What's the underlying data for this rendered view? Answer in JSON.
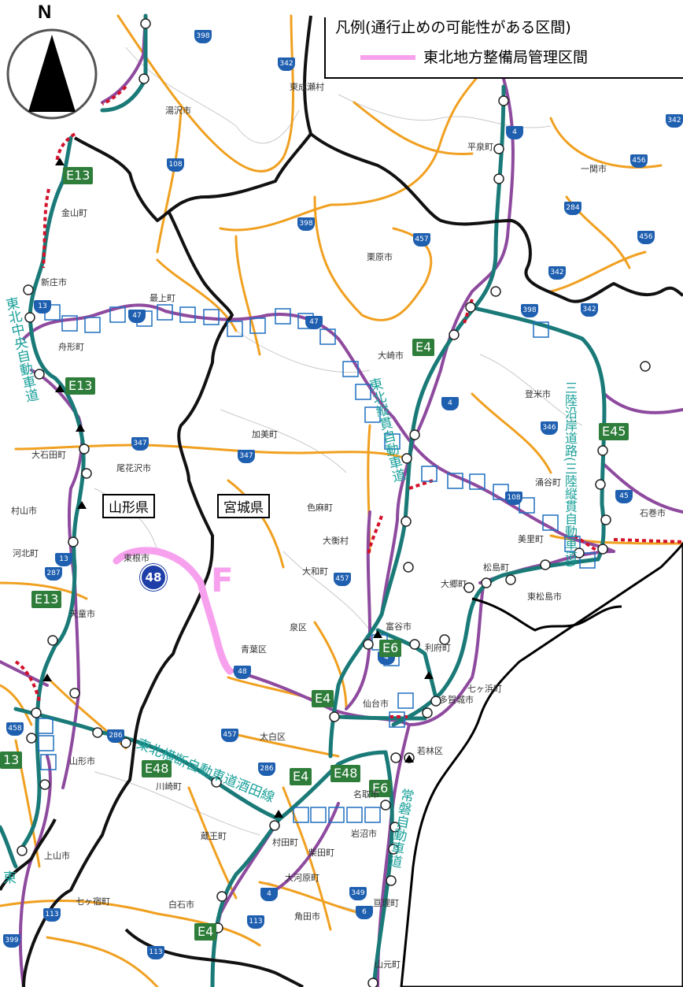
{
  "compass": {
    "label": "N"
  },
  "legend": {
    "title": "凡例(通行止めの可能性がある区間)",
    "item_label": "東北地方整備局管理区間",
    "item_color": "#f7a1ee"
  },
  "prefectures": {
    "yamagata": "山形県",
    "miyagi": "宮城県"
  },
  "section_label": "F",
  "route_marker": "48",
  "places": {
    "yuzawa": "湯沢市",
    "higashinaruse": "東成瀬村",
    "hiraizumi": "平泉町",
    "ichinoseki": "一関市",
    "kaneyama": "金山町",
    "kurihara": "栗原市",
    "shinjo": "新庄市",
    "mogami": "最上町",
    "funagata": "舟形町",
    "osaki": "大崎市",
    "tome": "登米市",
    "kami": "加美町",
    "oishida": "大石田町",
    "obanazawa": "尾花沢市",
    "wakuya": "涌谷町",
    "murayama": "村山市",
    "shikama": "色麻町",
    "ishinomaki": "石巻市",
    "kahoku": "河北町",
    "ohira": "大衡村",
    "misato": "美里町",
    "higashine": "東根市",
    "taiwa": "大和町",
    "osato": "大郷町",
    "matsushima": "松島町",
    "tendo": "天童市",
    "izumi": "泉区",
    "tomiya": "富谷市",
    "rifu": "利府町",
    "higashimatsushima": "東松島市",
    "aoba": "青葉区",
    "shichigahama": "七ヶ浜町",
    "sendai": "仙台市",
    "tagajo": "多賀城市",
    "yamagata_city": "山形市",
    "taihaku": "太白区",
    "wakabayashi": "若林区",
    "kawasaki": "川崎町",
    "natori": "名取市",
    "kaminoyama": "上山市",
    "zao": "蔵王町",
    "murata": "村田町",
    "iwanuma": "岩沼市",
    "shibata": "柴田町",
    "ogawara": "大河原町",
    "shichikashuku": "七ヶ宿町",
    "shiroishi": "白石市",
    "kakuda": "角田市",
    "watari": "亘理町",
    "yamamoto": "山元町"
  },
  "expressway_codes": {
    "e13a": "E13",
    "e13b": "E13",
    "e13c": "E13",
    "e13d": "13",
    "e4a": "E4",
    "e4b": "E4",
    "e4c": "E4",
    "e4d": "E4",
    "e45": "E45",
    "e6a": "E6",
    "e6b": "E6",
    "e48a": "E48",
    "e48b": "E48"
  },
  "expressway_names": {
    "tohoku_chuo": "東北中央自動車道",
    "tohoku_jukan": "東北縦貫自動車道",
    "sanriku": "三陸沿岸道路(三陸縦貫自動車道)",
    "tohoku_odan": "東北横断自動車道酒田線",
    "joban": "常磐自動車道",
    "tohoku_left": "東"
  },
  "route_numbers": [
    "398",
    "342",
    "4",
    "108",
    "398",
    "457",
    "284",
    "456",
    "456",
    "342",
    "13",
    "47",
    "47",
    "398",
    "342",
    "4",
    "346",
    "347",
    "347",
    "108",
    "45",
    "13",
    "287",
    "457",
    "48",
    "4",
    "458",
    "286",
    "457",
    "286",
    "4",
    "349",
    "6",
    "113",
    "113",
    "399",
    "113",
    "342"
  ],
  "colors": {
    "expressway": "#1a7a78",
    "national_road": "#8e4a9e",
    "prefectural_road": "#f0a020",
    "pref_boundary": "#111111",
    "caution_section": "#d2112a",
    "managed_section": "#f7a1ee",
    "watch_box": "#1f6fbf",
    "coast": "#000000"
  }
}
